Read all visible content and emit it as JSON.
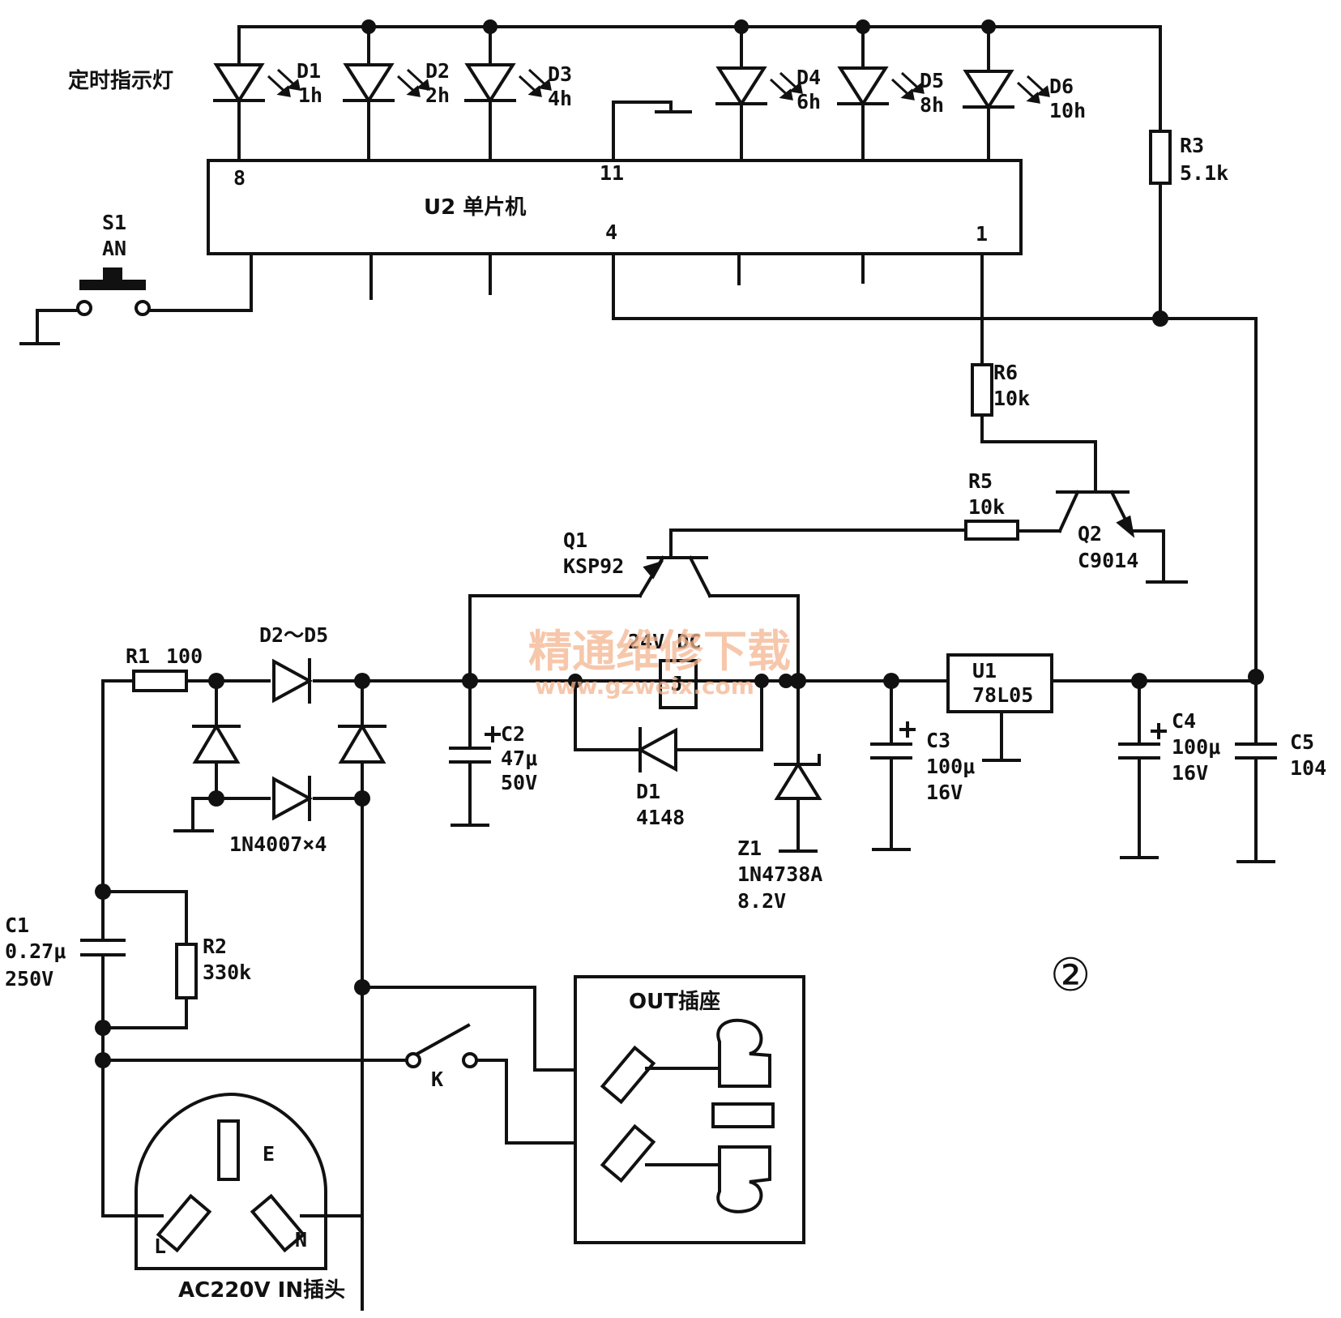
{
  "labels": {
    "timer_indicator": "定时指示灯",
    "d1": "D1",
    "d1_time": "1h",
    "d2": "D2",
    "d2_time": "2h",
    "d3": "D3",
    "d3_time": "4h",
    "d4": "D4",
    "d4_time": "6h",
    "d5": "D5",
    "d5_time": "8h",
    "d6": "D6",
    "d6_time": "10h",
    "pin8": "8",
    "pin11": "11",
    "pin4": "4",
    "pin1": "1",
    "u2": "U2 单片机",
    "s1": "S1",
    "s1_val": "AN",
    "r3": "R3",
    "r3_val": "5.1k",
    "r6": "R6",
    "r6_val": "10k",
    "r5": "R5",
    "r5_val": "10k",
    "q2": "Q2",
    "q2_val": "C9014",
    "q1": "Q1",
    "q1_val": "KSP92",
    "relay": "24V DC",
    "relay_j": "J",
    "r1": "R1",
    "r1_val": "100",
    "bridge": "D2～D5",
    "bridge_type": "1N4007×4",
    "c2": "C2",
    "c2_cap": "47μ",
    "c2_v": "50V",
    "d1_diode": "D1",
    "d1_diode_val": "4148",
    "z1": "Z1",
    "z1_val": "1N4738A",
    "z1_v": "8.2V",
    "c3": "C3",
    "c3_cap": "100μ",
    "c3_v": "16V",
    "u1": "U1",
    "u1_val": "78L05",
    "c4": "C4",
    "c4_cap": "100μ",
    "c4_v": "16V",
    "c5": "C5",
    "c5_val": "104",
    "c1": "C1",
    "c1_cap": "0.27μ",
    "c1_v": "250V",
    "r2": "R2",
    "r2_val": "330k",
    "k": "K",
    "out": "OUT插座",
    "e": "E",
    "l": "L",
    "n": "N",
    "plug": "AC220V IN插头",
    "figure_no": "②"
  },
  "watermark": {
    "title": "精通维修下载",
    "url": "www.gzweix.com"
  },
  "colors": {
    "ink": "#111111",
    "watermark": "#f3b58f"
  }
}
